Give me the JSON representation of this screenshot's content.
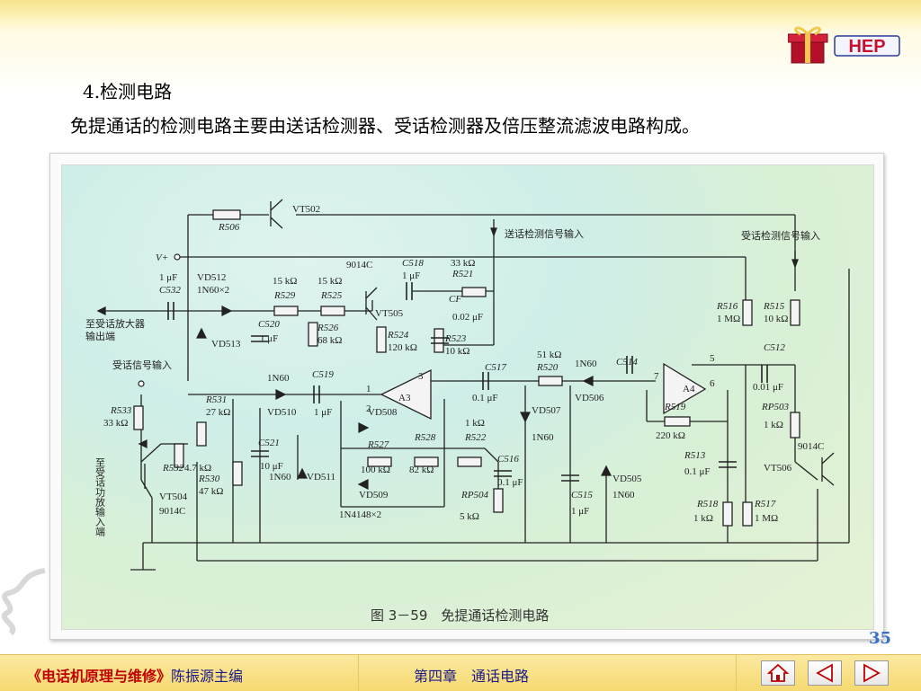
{
  "logo": {
    "text": "HEP",
    "icon": "gift-box-icon"
  },
  "heading": "4.检测电路",
  "subtitle": "免提通话的检测电路主要由送话检测器、受话检测器及倍压整流滤波电路构成。",
  "figure": {
    "caption": "图 3－59　免提通话检测电路",
    "labels": {
      "vt502": "VT502",
      "r506": "R506",
      "vplus": "V+",
      "send_in": "送话检测信号输入",
      "recv_det_in": "受话检测信号输入",
      "c532_val": "1 μF",
      "c532": "C532",
      "vd512": "VD512",
      "vd512_val": "1N60×2",
      "r529_val": "15 kΩ",
      "r529": "R529",
      "r525_val": "15 kΩ",
      "r525": "R525",
      "c9014a": "9014C",
      "c518": "C518",
      "c518_val": "1 μF",
      "r521_val": "33 kΩ",
      "r521": "R521",
      "cf": "CF",
      "cf_val": "0.02 μF",
      "to_amp": "至受话放大器",
      "to_amp2": "输出端",
      "c520": "C520",
      "c520_val": "1 μF",
      "vd513": "VD513",
      "r526": "R526",
      "r526_val": "68 kΩ",
      "vt505": "VT505",
      "r524": "R524",
      "r524_val": "120 kΩ",
      "r523": "R523",
      "r523_val": "10 kΩ",
      "r516": "R516",
      "r516_val": "1 MΩ",
      "r515": "R515",
      "r515_val": "10 kΩ",
      "recv_in": "受话信号输入",
      "vd510": "VD510",
      "vd510_val": "1N60",
      "c519": "C519",
      "c519_val": "1 μF",
      "pin1": "1",
      "pin2": "2",
      "pin3": "3",
      "a3": "A3",
      "c517": "C517",
      "c517_val": "0.1 μF",
      "r520_val": "51 kΩ",
      "r520": "R520",
      "vd506_val": "1N60",
      "vd506": "VD506",
      "c514": "C514",
      "pin7": "7",
      "pin5": "5",
      "pin6": "6",
      "a4": "A4",
      "c512": "C512",
      "c512_val": "0.01 μF",
      "r533": "R533",
      "r533_val": "33 kΩ",
      "r531": "R531",
      "r531_val": "27 kΩ",
      "vd508": "VD508",
      "r527": "R527",
      "r527_val": "100 kΩ",
      "r528": "R528",
      "r528_val": "82 kΩ",
      "r522_val": "1 kΩ",
      "r522": "R522",
      "vd507": "VD507",
      "vd507_val": "1N60",
      "r519": "R519",
      "r519_val": "220 kΩ",
      "rp503": "RP503",
      "rp503_val": "1 kΩ",
      "c9014b": "9014C",
      "c521": "C521",
      "c521_val": "10 μF",
      "r532": "R532",
      "r532_val": "4.7 kΩ",
      "c516": "C516",
      "c516_val": "0.1 μF",
      "r513": "R513",
      "r513_val": "0.1 μF",
      "vt506": "VT506",
      "vd511_val": "1N60",
      "vd511": "VD511",
      "r530": "R530",
      "r530_val": "47 kΩ",
      "vd509": "VD509",
      "vd509_val": "1N4148×2",
      "rp504": "RP504",
      "rp504_val": "5 kΩ",
      "c515": "C515",
      "c515_val": "1 μF",
      "vd505": "VD505",
      "vd505_val": "1N60",
      "r518": "R518",
      "r518_val": "1 kΩ",
      "r517": "R517",
      "r517_val": "1 MΩ",
      "vt504": "VT504",
      "c9014c": "9014C",
      "side_text": "至受话功放输入端"
    }
  },
  "page_number": "35",
  "footer": {
    "book_title": "《电话机原理与维修》",
    "editor": "陈振源主编",
    "chapter": "第四章　通话电路",
    "home_icon": "home-icon",
    "prev_icon": "prev-arrow-icon",
    "next_icon": "next-arrow-icon"
  }
}
